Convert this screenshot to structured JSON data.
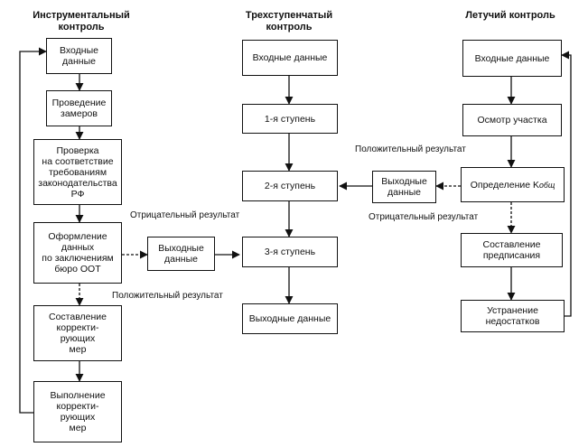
{
  "columns": {
    "instrumental": {
      "title": "Инструментальный\nконтроль",
      "boxes": [
        "Входные\nданные",
        "Проведение\nзамеров",
        "Проверка\nна соответствие\nтребованиям\nзаконодательства\nРФ",
        "Оформление\nданных\nпо заключениям\nбюро ООТ",
        "Составление\nкорректи-\nрующих\nмер",
        "Выполнение\nкорректи-\nрующих\nмер"
      ],
      "output_box": "Выходные\nданные"
    },
    "three_step": {
      "title": "Трехступенчатый\nконтроль",
      "boxes": [
        "Входные данные",
        "1-я ступень",
        "2-я ступень",
        "3-я ступень",
        "Выходные данные"
      ]
    },
    "flying": {
      "title": "Летучий контроль",
      "boxes": [
        "Входные данные",
        "Осмотр участка",
        "Определение K",
        "Составление\nпредписания",
        "Устранение\nнедостатков"
      ],
      "k_subscript": "общ",
      "output_box": "Выходные\nданные"
    }
  },
  "labels": {
    "negative_left": "Отрицательный результат",
    "positive_left": "Положительный результат",
    "positive_right": "Положительный результат",
    "negative_right": "Отрицательный результат"
  }
}
